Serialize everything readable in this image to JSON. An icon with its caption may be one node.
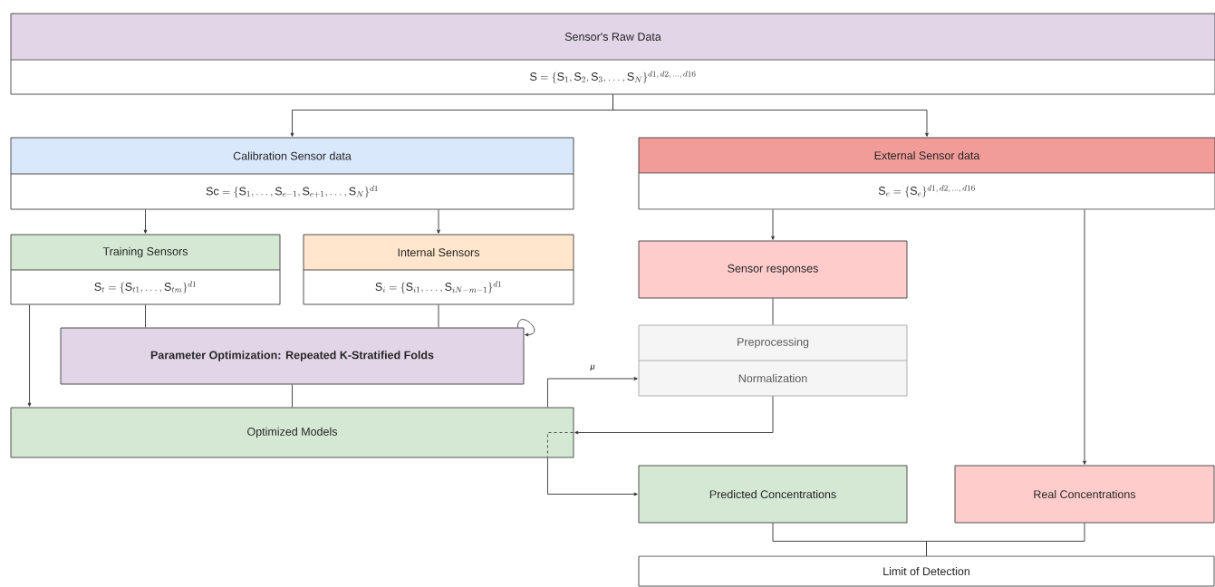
{
  "diagram": {
    "nodes": [
      {
        "text": [
          "Sensor's Raw Data",
          "\\mathrm{S} = \\{\\mathrm{S}_{1}, \\mathrm{S}_{2}, \\mathrm{S}_{3}, \\ldots, \\mathrm{S}_{N}\\}^{d1,\\, d2,\\, \\ldots,\\, d16}"
        ]
      },
      {
        "text": [
          "Calibration Sensor data",
          "\\mathrm{Sc} = \\{\\mathrm{S}_{1}, \\ldots, \\mathrm{S}_{e-1}, \\mathrm{S}_{e+1}, \\ldots, \\mathrm{S}_{N}\\}^{d1}"
        ]
      },
      {
        "text": [
          "External Sensor data",
          "\\mathrm{S}_{e} = \\{\\mathrm{S}_{e}\\}^{d1,\\, d2,\\, \\ldots,\\, d16}"
        ]
      },
      {
        "text": [
          "Training Sensors",
          "\\mathrm{S}_{t} = \\{\\mathrm{S}_{t1}, \\ldots, \\mathrm{S}_{tm}\\}^{d1}"
        ]
      },
      {
        "text": [
          "Internal Sensors",
          "\\mathrm{S}_{i} = \\{\\mathrm{S}_{i1}, \\ldots, \\mathrm{S}_{iN-m-1}\\}^{d1}"
        ]
      },
      {
        "text": [
          "Sensor responses"
        ]
      },
      {
        "text": [
          "Parameter Optimization: Repeated K-Stratified Folds"
        ]
      },
      {
        "text": [
          "Preprocessing",
          "Normalization"
        ]
      },
      {
        "text": [
          "Optimized Models"
        ]
      },
      {
        "text": [
          "Predicted Concentrations"
        ]
      },
      {
        "text": [
          "Real Concentrations"
        ]
      },
      {
        "text": [
          "Limit of Detection"
        ]
      }
    ],
    "edges": [
      {
        "from": 0,
        "to": 1,
        "arrow": "to"
      },
      {
        "from": 0,
        "to": 2,
        "arrow": "to"
      },
      {
        "from": 1,
        "to": 3,
        "arrow": "to"
      },
      {
        "from": 1,
        "to": 4,
        "arrow": "to"
      },
      {
        "from": 2,
        "to": 5,
        "arrow": "to"
      },
      {
        "from": 2,
        "to": 10,
        "arrow": "to"
      },
      {
        "from": 3,
        "to": 6,
        "arrow": "none"
      },
      {
        "from": 4,
        "to": 6,
        "arrow": "none"
      },
      {
        "from": 6,
        "to": 6,
        "arrow": "to"
      },
      {
        "from": 3,
        "to": 8,
        "arrow": "to"
      },
      {
        "from": 6,
        "to": 8,
        "arrow": "none"
      },
      {
        "from": 5,
        "to": 7,
        "arrow": "none"
      },
      {
        "from": 8,
        "to": 7,
        "arrow": "to",
        "label": "μ"
      },
      {
        "from": 7,
        "to": 8,
        "arrow": "to"
      },
      {
        "from": 8,
        "to": 9,
        "arrow": "to"
      },
      {
        "from": 9,
        "to": 11,
        "arrow": "none"
      },
      {
        "from": 10,
        "to": 11,
        "arrow": "none"
      }
    ]
  }
}
